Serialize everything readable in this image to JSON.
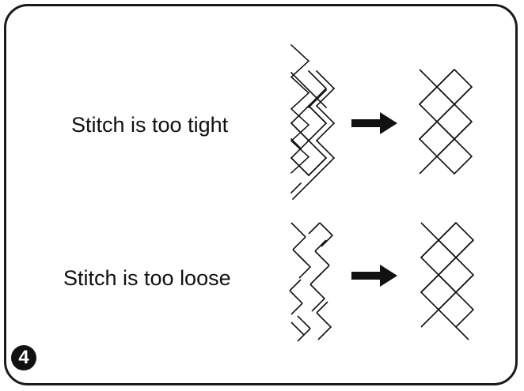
{
  "rows": [
    {
      "label": "Stitch is too tight"
    },
    {
      "label": "Stitch is too loose"
    }
  ],
  "step_number": "4",
  "colors": {
    "ink": "#111111",
    "background": "#ffffff"
  }
}
